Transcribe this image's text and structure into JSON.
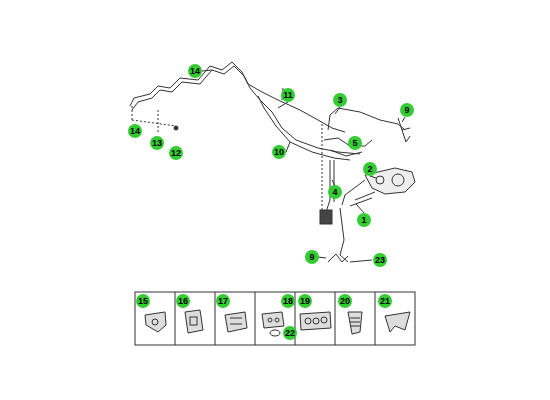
{
  "diagram": {
    "labels": [
      "14",
      "11",
      "3",
      "9",
      "14",
      "13",
      "12",
      "10",
      "5",
      "2",
      "4",
      "1",
      "9",
      "23",
      "15",
      "16",
      "17",
      "18",
      "19",
      "20",
      "21",
      "22"
    ]
  }
}
